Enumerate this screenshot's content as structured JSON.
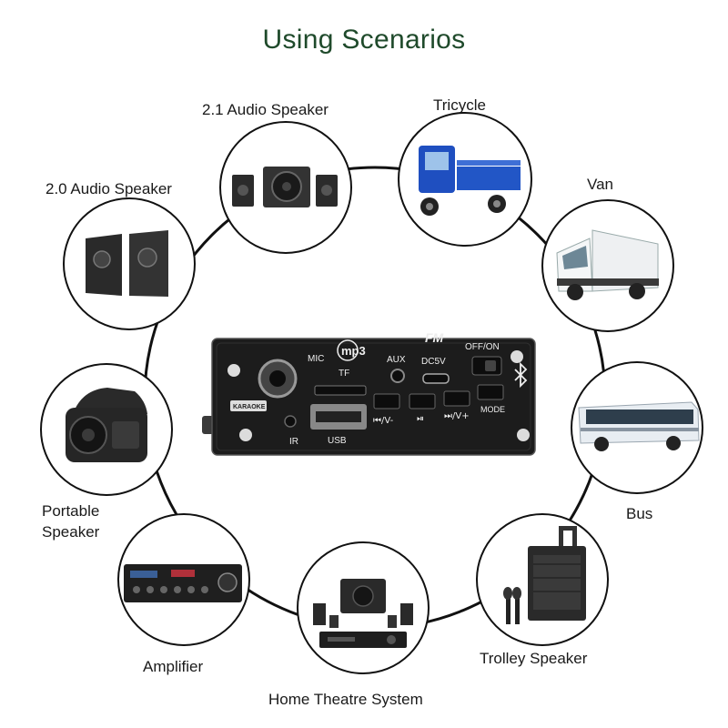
{
  "title": "Using Scenarios",
  "scenarios": [
    {
      "label": "2.1 Audio Speaker",
      "icon": "2-1-speaker-set-icon"
    },
    {
      "label": "Tricycle",
      "icon": "tricycle-icon"
    },
    {
      "label": "2.0 Audio Speaker",
      "icon": "2-0-speaker-pair-icon"
    },
    {
      "label": "Van",
      "icon": "truck-van-icon"
    },
    {
      "label": "Portable Speaker",
      "label_line1": "Portable",
      "label_line2": "Speaker",
      "icon": "portable-speaker-icon"
    },
    {
      "label": "Bus",
      "icon": "bus-icon"
    },
    {
      "label": "Amplifier",
      "icon": "amplifier-icon"
    },
    {
      "label": "Trolley Speaker",
      "icon": "trolley-speaker-icon"
    },
    {
      "label": "Home Theatre System",
      "icon": "home-theatre-icon"
    }
  ],
  "module": {
    "logo_mp3": "mp3",
    "logo_fm": "FM",
    "mic": "MIC",
    "tf": "TF",
    "aux": "AUX",
    "dc5v": "DC5V",
    "off_on": "OFF/ON",
    "ir": "IR",
    "usb": "USB",
    "prev_vol": "⏮/V-",
    "play_pause": "⏯",
    "next_vol": "⏭/V+",
    "mode": "MODE",
    "karaoke": "KARAOKE"
  },
  "colors": {
    "title": "#1f4a2b",
    "ring": "#111111",
    "panel": "#1c1c1c",
    "tricycle": "#1f4fc0",
    "bus": "#e8edf2"
  }
}
